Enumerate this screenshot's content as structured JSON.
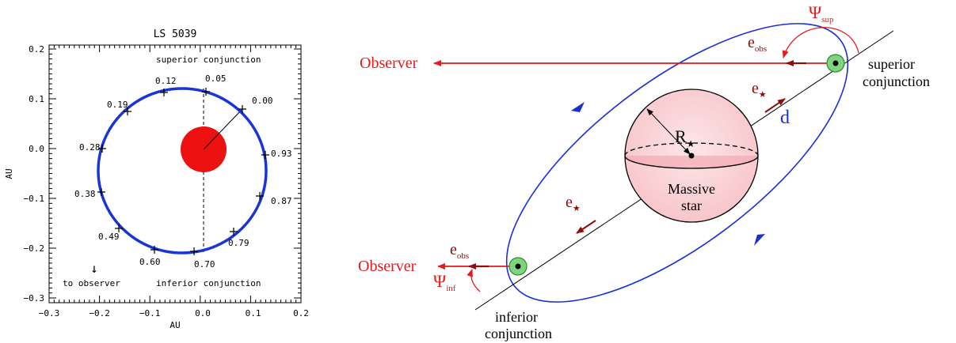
{
  "left_panel": {
    "title": "LS 5039",
    "xlabel": "AU",
    "ylabel": "AU",
    "x_ticks": [
      "−0.3",
      "−0.2",
      "−0.1",
      "0.0",
      "0.1",
      "0.2"
    ],
    "y_ticks": [
      "0.2",
      "0.1",
      "0.0",
      "−0.1",
      "−0.2",
      "−0.3"
    ],
    "label_superior": "superior conjunction",
    "label_inferior": "inferior conjunction",
    "label_observer": "to observer",
    "arrow_glyph": "↓",
    "phase_labels": [
      "0.00",
      "0.05",
      "0.12",
      "0.19",
      "0.28",
      "0.38",
      "0.49",
      "0.60",
      "0.70",
      "0.79",
      "0.87",
      "0.93"
    ],
    "colors": {
      "orbit": "#1a35d6",
      "star": "#ee1111"
    }
  },
  "right_panel": {
    "observer_top": "Observer",
    "observer_bottom": "Observer",
    "psi_symbol": "Ψ",
    "psi_sup_sub": "sup",
    "psi_inf_sub": "inf",
    "e_obs": "e",
    "e_obs_sub": "obs",
    "e_star": "e",
    "star_glyph": "★",
    "radius_label": "R",
    "d_label": "d",
    "star_label_line1": "Massive",
    "star_label_line2": "star",
    "superior_line1": "superior",
    "superior_line2": "conjunction",
    "inferior_line1": "inferior",
    "inferior_line2": "conjunction",
    "colors": {
      "red": "#e41a1c",
      "darkred": "#8b0d0d",
      "blue": "#1a2fd8",
      "green": "#7fd47f",
      "star_fill": "#fbd5d8"
    }
  }
}
